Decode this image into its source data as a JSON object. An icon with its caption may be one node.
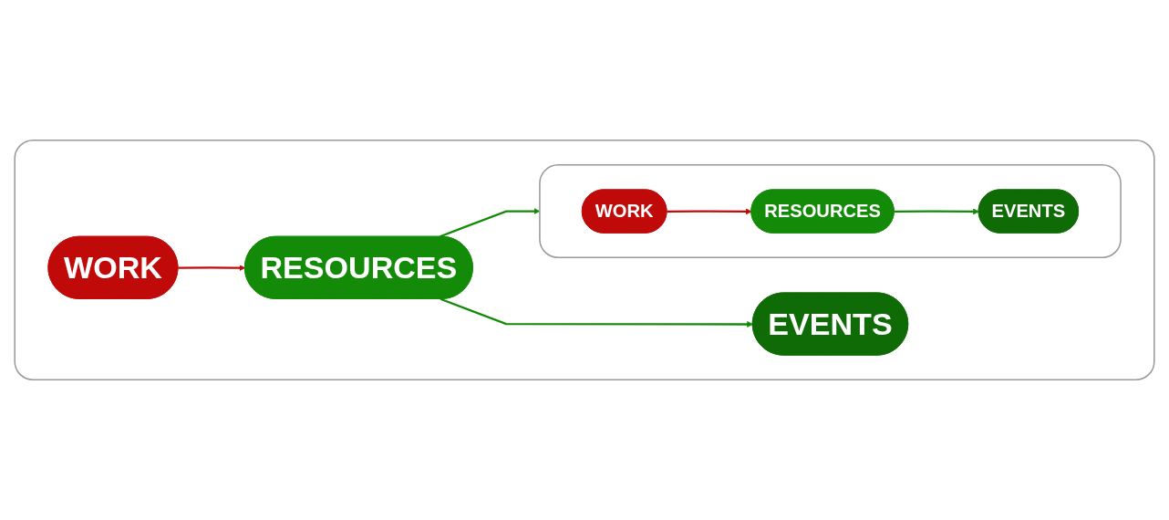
{
  "diagram": {
    "nodes": [
      {
        "text": [],
        "shape": "box"
      },
      {
        "text": [
          "WORK"
        ],
        "in": 0
      },
      {
        "text": [
          "RESOURCES"
        ],
        "in": 0
      },
      {
        "text": [
          "EVENTS"
        ],
        "in": 0
      },
      {
        "text": [],
        "shape": "box",
        "in": 0
      },
      {
        "text": [
          "WORK"
        ],
        "in": 4
      },
      {
        "text": [
          "RESOURCES"
        ],
        "in": 4
      },
      {
        "text": [
          "EVENTS"
        ],
        "in": 4
      }
    ],
    "edges": [
      {
        "from": 1,
        "to": 2,
        "arrow": "to",
        "color": "#c00a0a"
      },
      {
        "from": 2,
        "to": 3,
        "arrow": "to"
      },
      {
        "from": 2,
        "to": 4,
        "arrow": "to"
      },
      {
        "from": 5,
        "to": 6,
        "arrow": "to",
        "color": "#c00a0a"
      },
      {
        "from": 6,
        "to": 7,
        "arrow": "to"
      }
    ]
  }
}
